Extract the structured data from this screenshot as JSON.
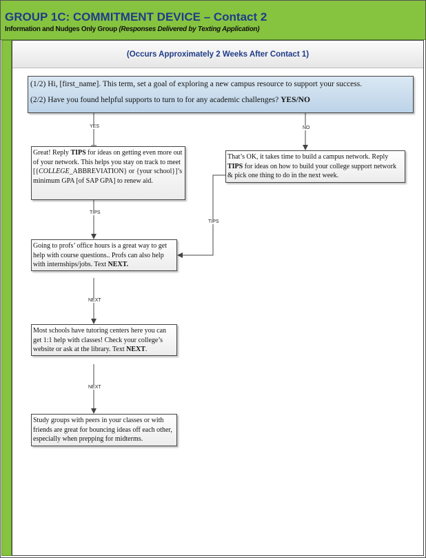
{
  "header": {
    "title": "GROUP 1C: COMMITMENT DEVICE – Contact 2",
    "subtitle": "Information and Nudges Only Group",
    "subtitle_italic": "(Responses Delivered by Texting Application)"
  },
  "band": {
    "text": "(Occurs Approximately 2 Weeks After Contact 1)"
  },
  "colors": {
    "header_green": "#86c440",
    "title_navy": "#1f3c88",
    "start_box_blue": "#c8dcee"
  },
  "start": {
    "line1": "(1/2) Hi, [first_name]. This term, set a goal of exploring a new campus resource to support your success.",
    "line2": "(2/2) Have you found helpful supports to turn to for any academic challenges? ",
    "line2_bold": "YES/NO"
  },
  "yes_box": {
    "a": "Great! Reply ",
    "b": "TIPS",
    "c": " for ideas on getting even more out of your network. This helps you stay on track to meet [{",
    "d": "COLLEGE",
    "e": "_ABBREVIATION} or {your school}]’s minimum GPA [of SAP GPA] to renew aid."
  },
  "no_box": {
    "a": "That’s OK, it takes time to build a campus network. Reply ",
    "b": "TIPS",
    "c": " for ideas on how to build your college support network & pick one thing to do in the next week."
  },
  "box3": {
    "a": "Going to profs’ office hours is a great way to get help with course questions.. Profs can also help with internships/jobs. Text ",
    "b": "NEXT."
  },
  "box4": {
    "a": "Most schools have tutoring centers here you can get 1:1 help with classes! Check your college’s website or ask at the library. Text ",
    "b": "NEXT",
    "c": "."
  },
  "box5": {
    "a": "Study groups with peers in your classes or with friends are great for bouncing ideas off each other, especially when prepping for midterms."
  },
  "labels": {
    "yes": "YES",
    "no": "NO",
    "tips1": "TIPS",
    "tips2": "TIPS",
    "next1": "NEXT",
    "next2": "NEXT"
  }
}
